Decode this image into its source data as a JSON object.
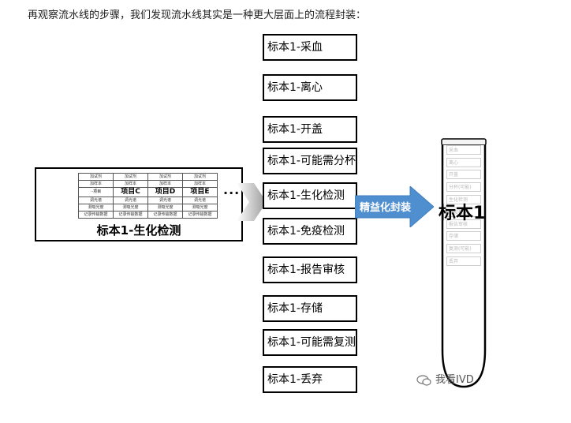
{
  "intro_text": "再观察流水线的步骤，我们发现流水线其实是一种更大层面上的流程封装：",
  "left_block": {
    "title": "标本1-生化检测",
    "grid": [
      [
        "加试剂",
        "加试剂",
        "加试剂",
        "加试剂"
      ],
      [
        "加样本",
        "加样本",
        "加样本",
        "加样本"
      ],
      [
        "··项目",
        "项目C",
        "项目D",
        "项目E"
      ],
      [
        "调光谱",
        "调光谱",
        "调光谱",
        "调光谱"
      ],
      [
        "测吸光度",
        "测吸光度",
        "测吸光度",
        "测吸光度"
      ],
      [
        "记录传输数据",
        "记录传输数据",
        "记录传输数据",
        "记录传输数据"
      ]
    ],
    "ellipsis": "···"
  },
  "steps": [
    "标本1-采血",
    "标本1-离心",
    "标本1-开盖",
    "标本1-可能需分杯",
    "标本1-生化检测",
    "标本1-免疫检测",
    "标本1-报告审核",
    "标本1-存储",
    "标本1-可能需复测",
    "标本1-丢弃"
  ],
  "arrow_label": "精益化封装",
  "tube": {
    "label": "标本1",
    "items": [
      "采血",
      "离心",
      "开盖",
      "分杯(可能)",
      "生化检测",
      "免疫检测",
      "报告审核",
      "存储",
      "复测(可能)",
      "丢弃"
    ]
  },
  "watermark": "我看IVD",
  "colors": {
    "arrow": "#4f8fd0",
    "border": "#000000"
  }
}
